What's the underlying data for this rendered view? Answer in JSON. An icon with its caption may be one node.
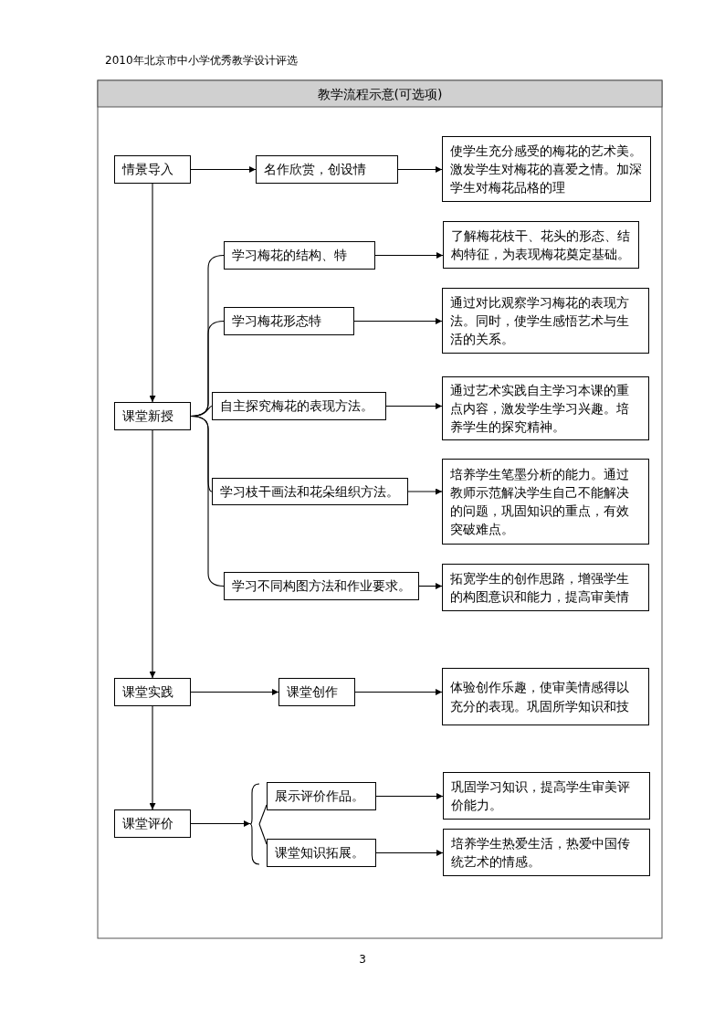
{
  "diagram": {
    "title": "教学流程示意(可选项)",
    "nodes": [
      {
        "text": [
          "情景导入"
        ]
      },
      {
        "text": [
          "名作欣赏，创设情"
        ]
      },
      {
        "text": [
          "使学生充分感受的梅花的艺术美。激发学生对梅花的喜爱之情。加深学生对梅花品格的理"
        ]
      },
      {
        "text": [
          "课堂新授"
        ]
      },
      {
        "text": [
          "学习梅花的结构、特"
        ]
      },
      {
        "text": [
          "了解梅花枝干、花头的形态、结构特征，为表现梅花奠定基础。"
        ]
      },
      {
        "text": [
          "学习梅花形态特"
        ]
      },
      {
        "text": [
          "通过对比观察学习梅花的表现方法。同时，使学生感悟艺术与生活的关系。"
        ]
      },
      {
        "text": [
          "自主探究梅花的表现方法。"
        ]
      },
      {
        "text": [
          "通过艺术实践自主学习本课的重点内容，激发学生学习兴趣。培养学生的探究精神。"
        ]
      },
      {
        "text": [
          "学习枝干画法和花朵组织方法。"
        ]
      },
      {
        "text": [
          "培养学生笔墨分析的能力。通过教师示范解决学生自己不能解决的问题，巩固知识的重点，有效突破难点。"
        ]
      },
      {
        "text": [
          "学习不同构图方法和作业要求。"
        ]
      },
      {
        "text": [
          "拓宽学生的创作思路，增强学生的构图意识和能力，提高审美情"
        ]
      },
      {
        "text": [
          "课堂实践"
        ]
      },
      {
        "text": [
          "课堂创作"
        ]
      },
      {
        "text": [
          "体验创作乐趣，使审美情感得以充分的表现。巩固所学知识和技"
        ]
      },
      {
        "text": [
          "课堂评价"
        ]
      },
      {
        "text": [],
        "shape": "brace"
      },
      {
        "text": [
          "展示评价作品。"
        ]
      },
      {
        "text": [
          "巩固学习知识，提高学生审美评价能力。"
        ]
      },
      {
        "text": [
          "课堂知识拓展。"
        ]
      },
      {
        "text": [
          "培养学生热爱生活，热爱中国传统艺术的情感。"
        ]
      }
    ],
    "edges": [
      {
        "from": 0,
        "to": 1,
        "arrow": "to"
      },
      {
        "from": 1,
        "to": 2,
        "arrow": "to"
      },
      {
        "from": 0,
        "to": 3,
        "arrow": "to"
      },
      {
        "from": 3,
        "to": 4,
        "arrow": "none"
      },
      {
        "from": 3,
        "to": 6,
        "arrow": "none"
      },
      {
        "from": 3,
        "to": 8,
        "arrow": "none"
      },
      {
        "from": 3,
        "to": 10,
        "arrow": "none"
      },
      {
        "from": 3,
        "to": 12,
        "arrow": "none"
      },
      {
        "from": 4,
        "to": 5,
        "arrow": "to"
      },
      {
        "from": 6,
        "to": 7,
        "arrow": "to"
      },
      {
        "from": 8,
        "to": 9,
        "arrow": "to"
      },
      {
        "from": 10,
        "to": 11,
        "arrow": "to"
      },
      {
        "from": 12,
        "to": 13,
        "arrow": "to"
      },
      {
        "from": 3,
        "to": 14,
        "arrow": "to"
      },
      {
        "from": 14,
        "to": 15,
        "arrow": "to"
      },
      {
        "from": 15,
        "to": 16,
        "arrow": "to"
      },
      {
        "from": 14,
        "to": 17,
        "arrow": "to"
      },
      {
        "from": 17,
        "to": 18,
        "arrow": "to"
      },
      {
        "from": 18,
        "to": 19,
        "arrow": "none"
      },
      {
        "from": 18,
        "to": 21,
        "arrow": "none"
      },
      {
        "from": 19,
        "to": 20,
        "arrow": "to"
      },
      {
        "from": 21,
        "to": 22,
        "arrow": "to"
      }
    ],
    "labels": [
      "2010年北京市中小学优秀教学设计评选",
      "3"
    ]
  }
}
